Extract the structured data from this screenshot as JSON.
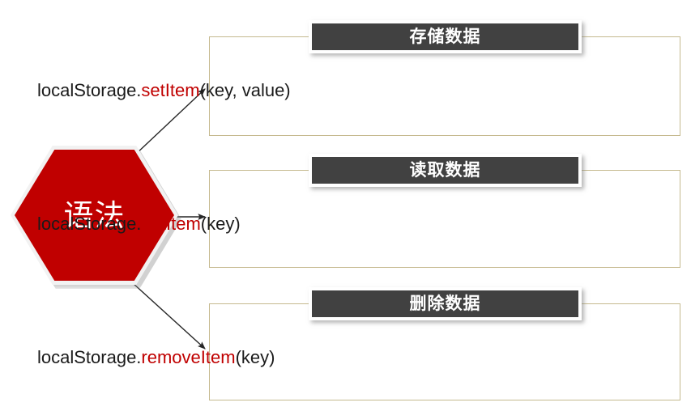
{
  "diagram": {
    "title_node": {
      "label": "语法",
      "shape": "hexagon",
      "fill_color": "#c00000",
      "text_color": "#ffffff"
    },
    "colors": {
      "node_red": "#c00000",
      "header_gray": "#414141",
      "box_border": "#c5b98e",
      "code_text": "#1a1a1a",
      "code_accent": "#c00000",
      "arrow": "#262626",
      "background": "#ffffff"
    },
    "branches": [
      {
        "header": "存储数据",
        "code_prefix": "localStorage.",
        "code_method": "setItem",
        "code_suffix": "(key, value)"
      },
      {
        "header": "读取数据",
        "code_prefix": "localStorage.",
        "code_method": "getItem",
        "code_suffix": "(key)"
      },
      {
        "header": "删除数据",
        "code_prefix": "localStorage.",
        "code_method": "removeItem",
        "code_suffix": "(key)"
      }
    ],
    "connectors": [
      {
        "name": "arrow-to-store",
        "from": "hexagon",
        "to": "branch-1"
      },
      {
        "name": "arrow-to-read",
        "from": "hexagon",
        "to": "branch-2"
      },
      {
        "name": "arrow-to-delete",
        "from": "hexagon",
        "to": "branch-3"
      }
    ]
  }
}
